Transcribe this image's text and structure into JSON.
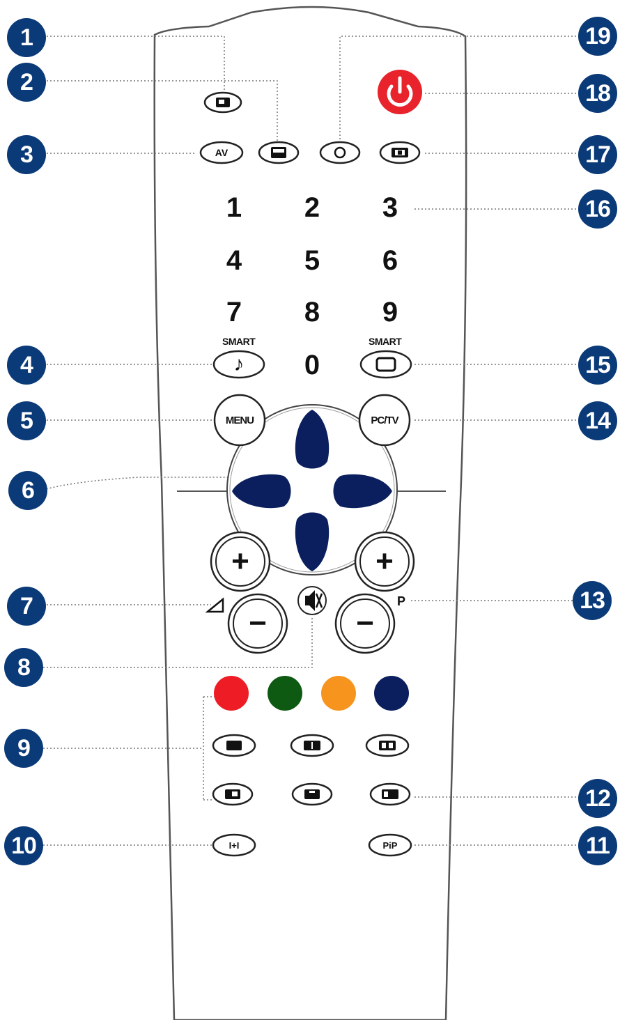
{
  "remote": {
    "callouts": [
      "1",
      "2",
      "3",
      "4",
      "5",
      "6",
      "7",
      "8",
      "9",
      "10",
      "11",
      "12",
      "13",
      "14",
      "15",
      "16",
      "17",
      "18",
      "19"
    ],
    "buttons": {
      "av": "AV",
      "digits": [
        "1",
        "2",
        "3",
        "4",
        "5",
        "6",
        "7",
        "8",
        "9",
        "0"
      ],
      "smart_left": "SMART",
      "smart_right": "SMART",
      "menu": "MENU",
      "pctv": "PC/TV",
      "program_label": "P",
      "ixi": "I+I",
      "pip": "PiP",
      "plus": "+",
      "minus": "−"
    },
    "colors": {
      "callout": "#0b3a78",
      "power": "#e8232b",
      "dpad": "#0b1f5e",
      "red": "#ee1c25",
      "green": "#0e5a13",
      "yellow": "#f7941d",
      "blue": "#0b1f5e"
    },
    "icons": [
      "power-icon",
      "music-note-icon",
      "screen-icon",
      "mute-icon",
      "volume-icon",
      "sleep-icon",
      "teletext-icon",
      "picture-format-icon"
    ]
  }
}
